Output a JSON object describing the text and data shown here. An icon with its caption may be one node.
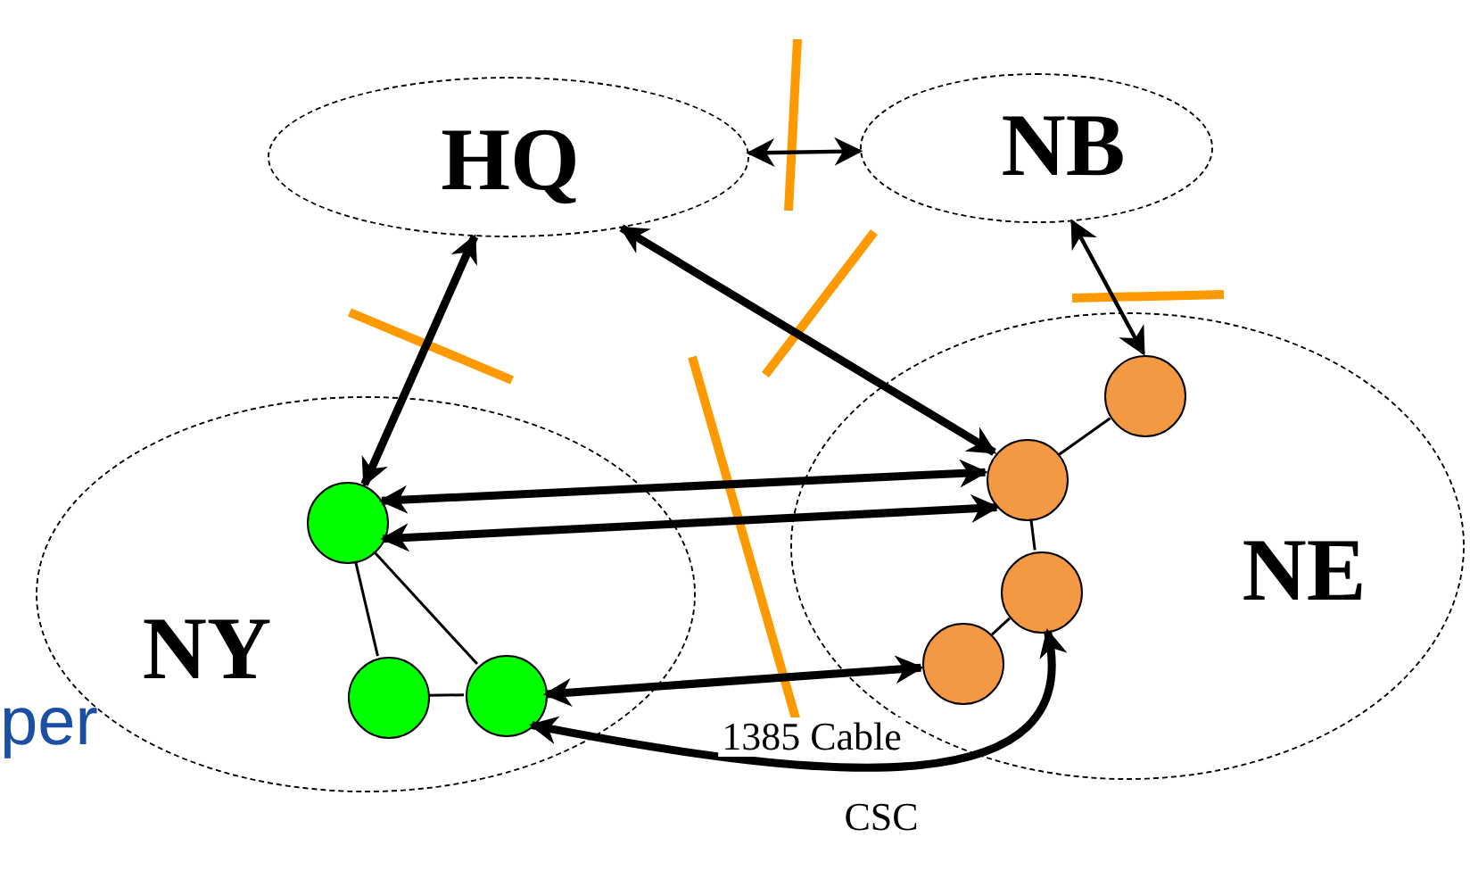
{
  "diagram": {
    "nodes": [
      {
        "text": [
          "HQ"
        ]
      },
      {
        "text": [
          "NB"
        ]
      },
      {
        "text": [
          "NY"
        ]
      },
      {
        "text": [
          "NE"
        ]
      },
      {
        "text": [],
        "shape": "circle",
        "in": 2
      },
      {
        "text": [],
        "shape": "circle",
        "in": 2
      },
      {
        "text": [],
        "shape": "circle",
        "in": 2
      },
      {
        "text": [],
        "shape": "circle",
        "in": 3
      },
      {
        "text": [],
        "shape": "circle",
        "in": 3
      },
      {
        "text": [],
        "shape": "circle",
        "in": 3
      },
      {
        "text": [],
        "shape": "circle",
        "in": 3
      }
    ],
    "edges": [
      {
        "from": 0,
        "to": 1,
        "arrow": "both"
      },
      {
        "from": 0,
        "to": 4,
        "arrow": "both",
        "style": "thick"
      },
      {
        "from": 0,
        "to": 8,
        "arrow": "both",
        "style": "thick"
      },
      {
        "from": 1,
        "to": 7,
        "arrow": "both"
      },
      {
        "from": 4,
        "to": 8,
        "arrow": "both",
        "style": "thick"
      },
      {
        "from": 4,
        "to": 8,
        "arrow": "both",
        "style": "thick"
      },
      {
        "from": 6,
        "to": 10,
        "arrow": "both",
        "style": "thick",
        "label": "1385 Cable"
      },
      {
        "from": 6,
        "to": 9,
        "arrow": "both",
        "style": "thick",
        "label": "CSC"
      },
      {
        "from": 4,
        "to": 5,
        "arrow": "none"
      },
      {
        "from": 4,
        "to": 6,
        "arrow": "none"
      },
      {
        "from": 5,
        "to": 6,
        "arrow": "none"
      },
      {
        "from": 7,
        "to": 8,
        "arrow": "none"
      },
      {
        "from": 8,
        "to": 9,
        "arrow": "none"
      },
      {
        "from": 9,
        "to": 10,
        "arrow": "none"
      }
    ],
    "labels": [
      "per"
    ]
  }
}
